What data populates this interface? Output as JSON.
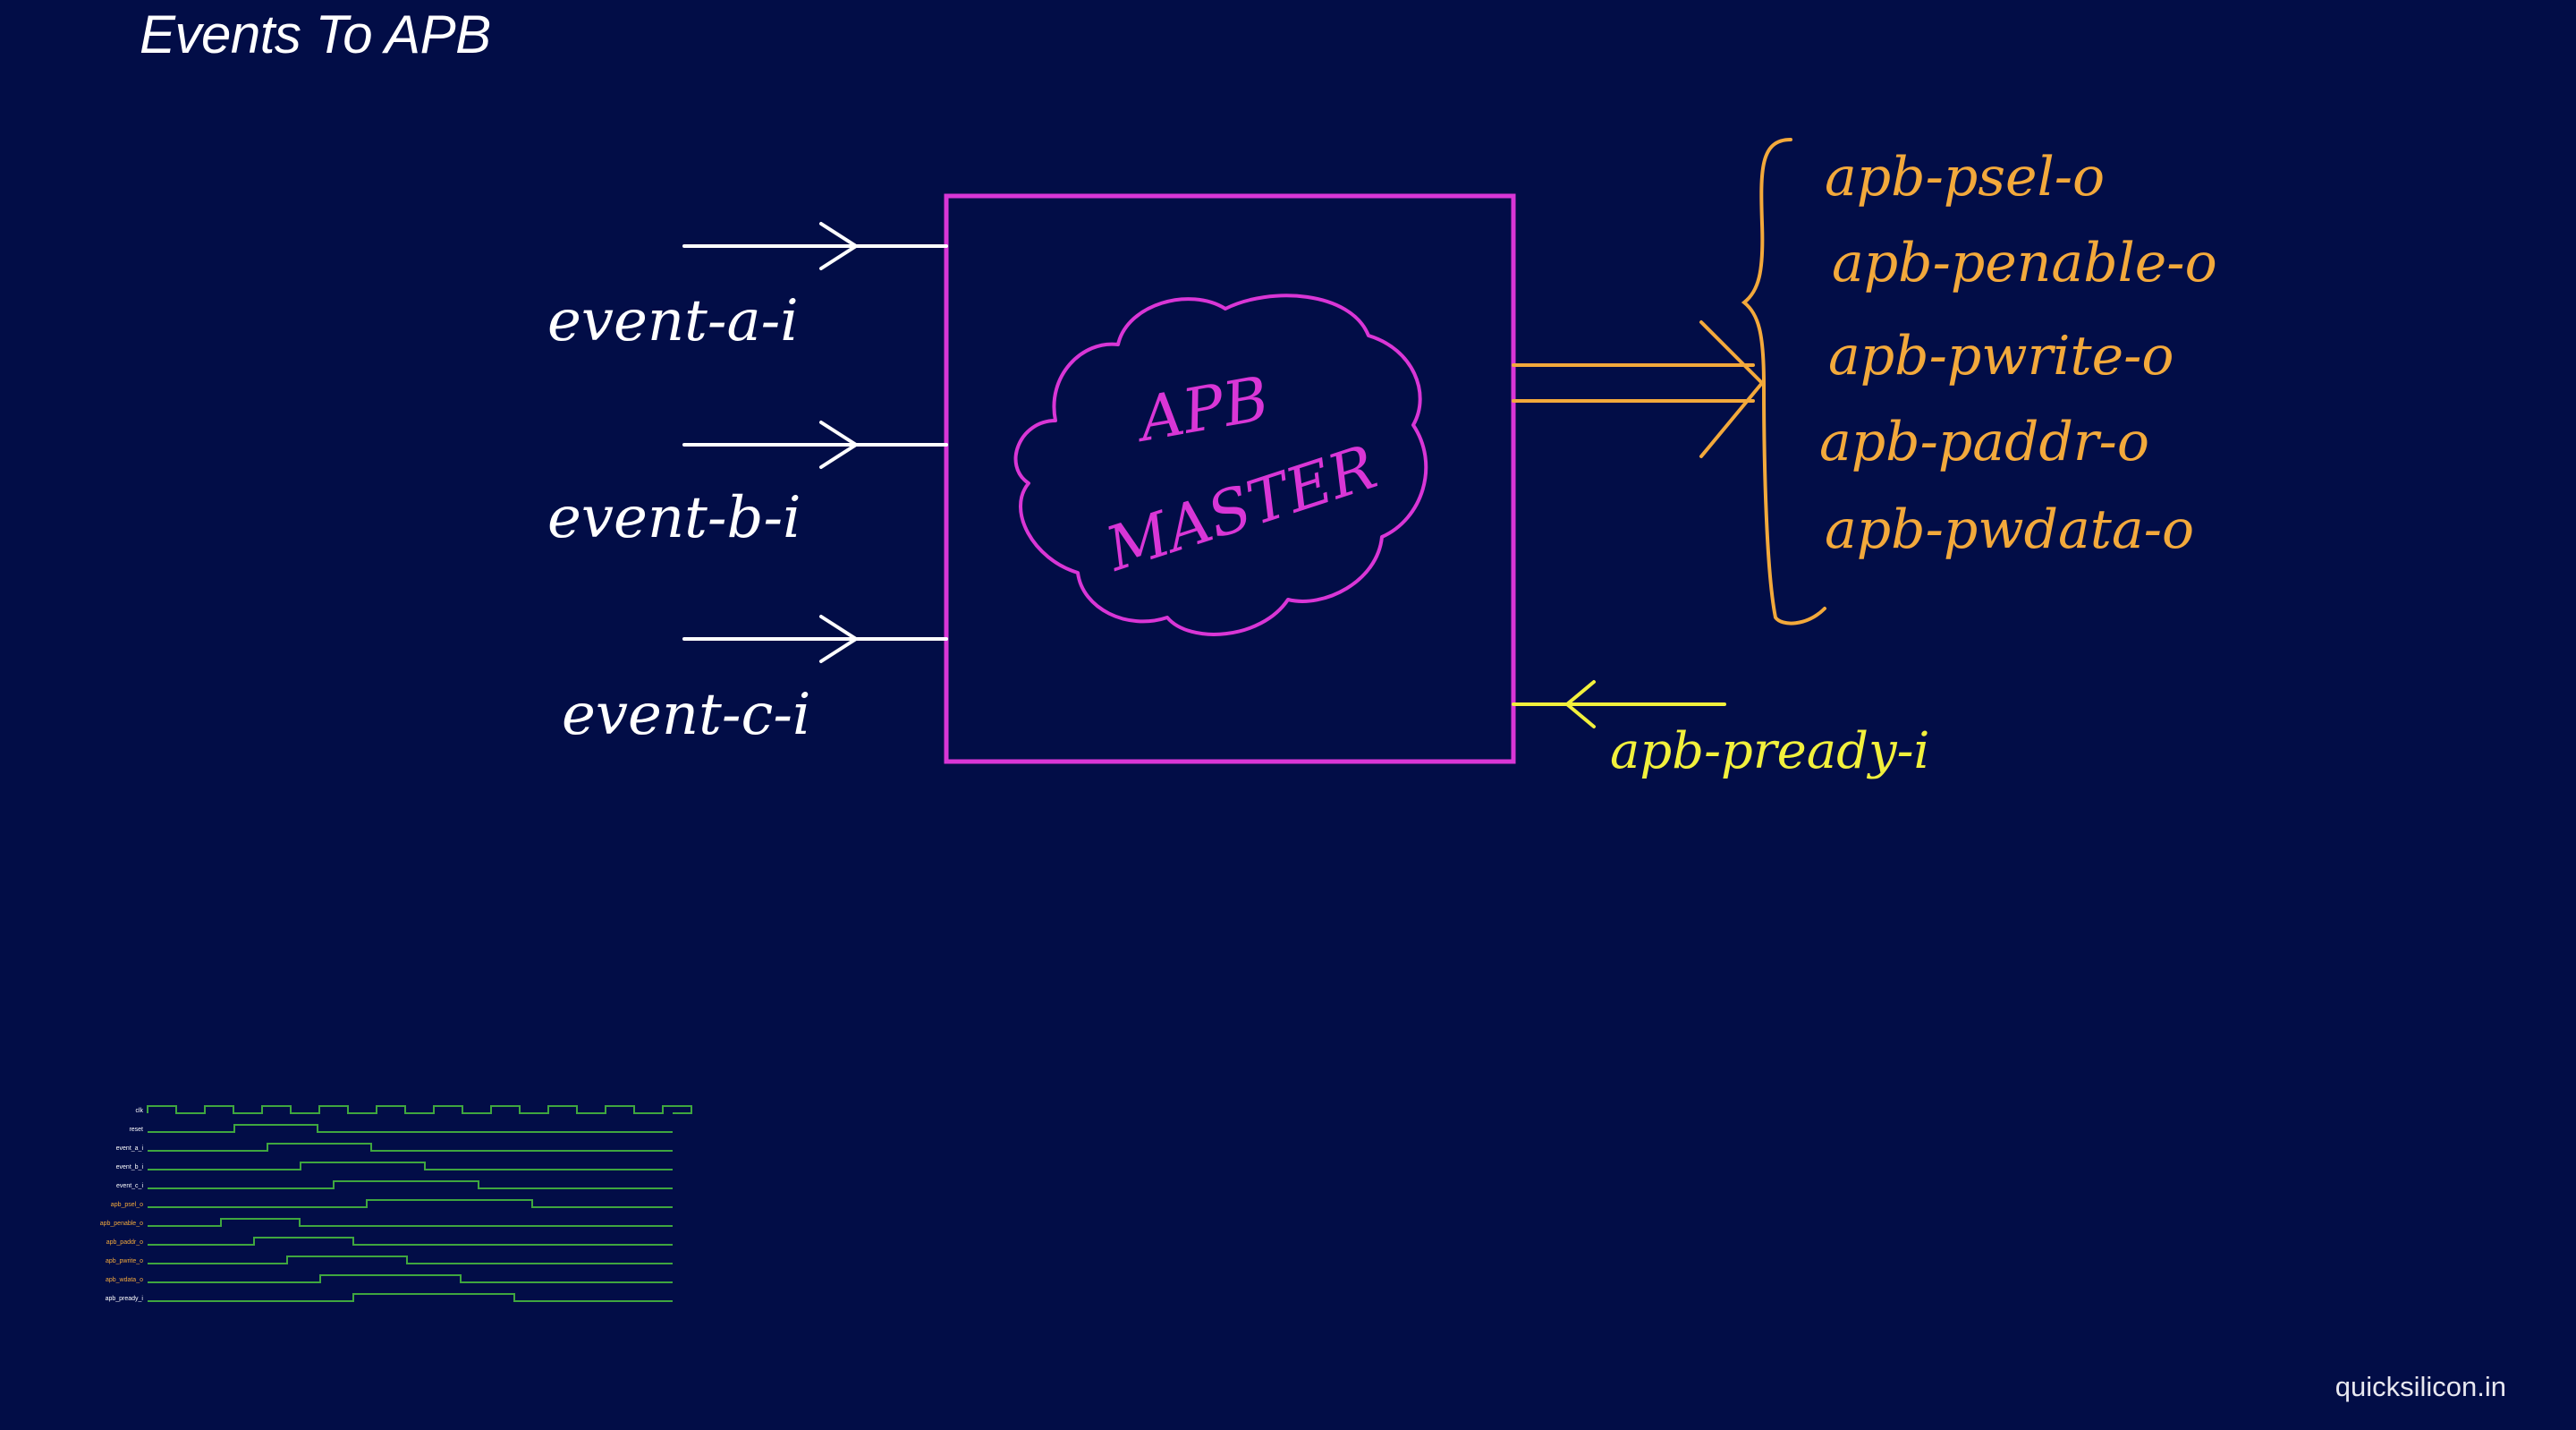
{
  "title": "Events To APB",
  "watermark": "quicksilicon.in",
  "block": {
    "line1": "APB",
    "line2": "MASTER"
  },
  "inputs": [
    {
      "label": "event-a-i"
    },
    {
      "label": "event-b-i"
    },
    {
      "label": "event-c-i"
    }
  ],
  "outputs": [
    "apb-psel-o",
    "apb-penable-o",
    "apb-pwrite-o",
    "apb-paddr-o",
    "apb-pwdata-o"
  ],
  "ready_input": "apb-pready-i",
  "waveform": {
    "signals": [
      "clk",
      "reset",
      "event_a_i",
      "event_b_i",
      "event_c_i",
      "apb_psel_o",
      "apb_penable_o",
      "apb_paddr_o",
      "apb_pwrite_o",
      "apb_wdata_o",
      "apb_pready_i"
    ]
  },
  "colors": {
    "background": "#020d47",
    "block": "#d936d6",
    "inputs": "#ffffff",
    "outputs": "#f3a93b",
    "ready": "#f2f03c",
    "wave": "#3fa63f"
  }
}
